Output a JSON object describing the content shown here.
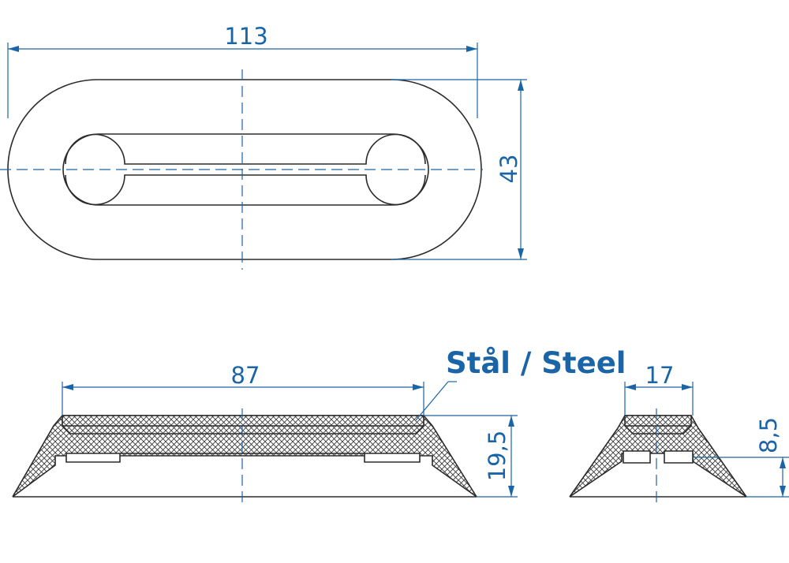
{
  "dimensions": {
    "length_overall": "113",
    "width_overall": "43",
    "length_top": "87",
    "height_side": "19,5",
    "width_top": "17",
    "height_end": "8,5"
  },
  "material_label": "Stål / Steel",
  "colors": {
    "dimension_blue": "#1a64a8",
    "outline": "#2b2b2b"
  }
}
